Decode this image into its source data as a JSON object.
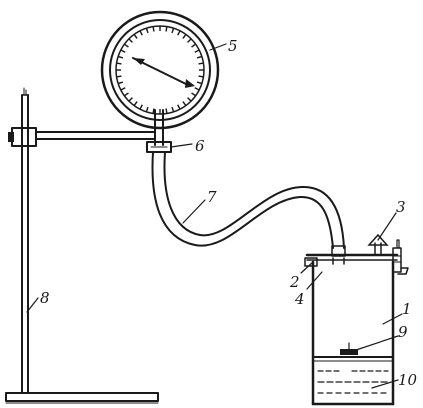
{
  "diagram": {
    "labels": {
      "gauge": "5",
      "fitting": "6",
      "hose": "7",
      "stand": "8",
      "valve": "3",
      "lid_clamp": "2",
      "lid": "4",
      "vessel": "1",
      "float": "9",
      "liquid": "10"
    }
  },
  "colors": {
    "ink": "#1a1a1a",
    "paper": "#ffffff"
  }
}
